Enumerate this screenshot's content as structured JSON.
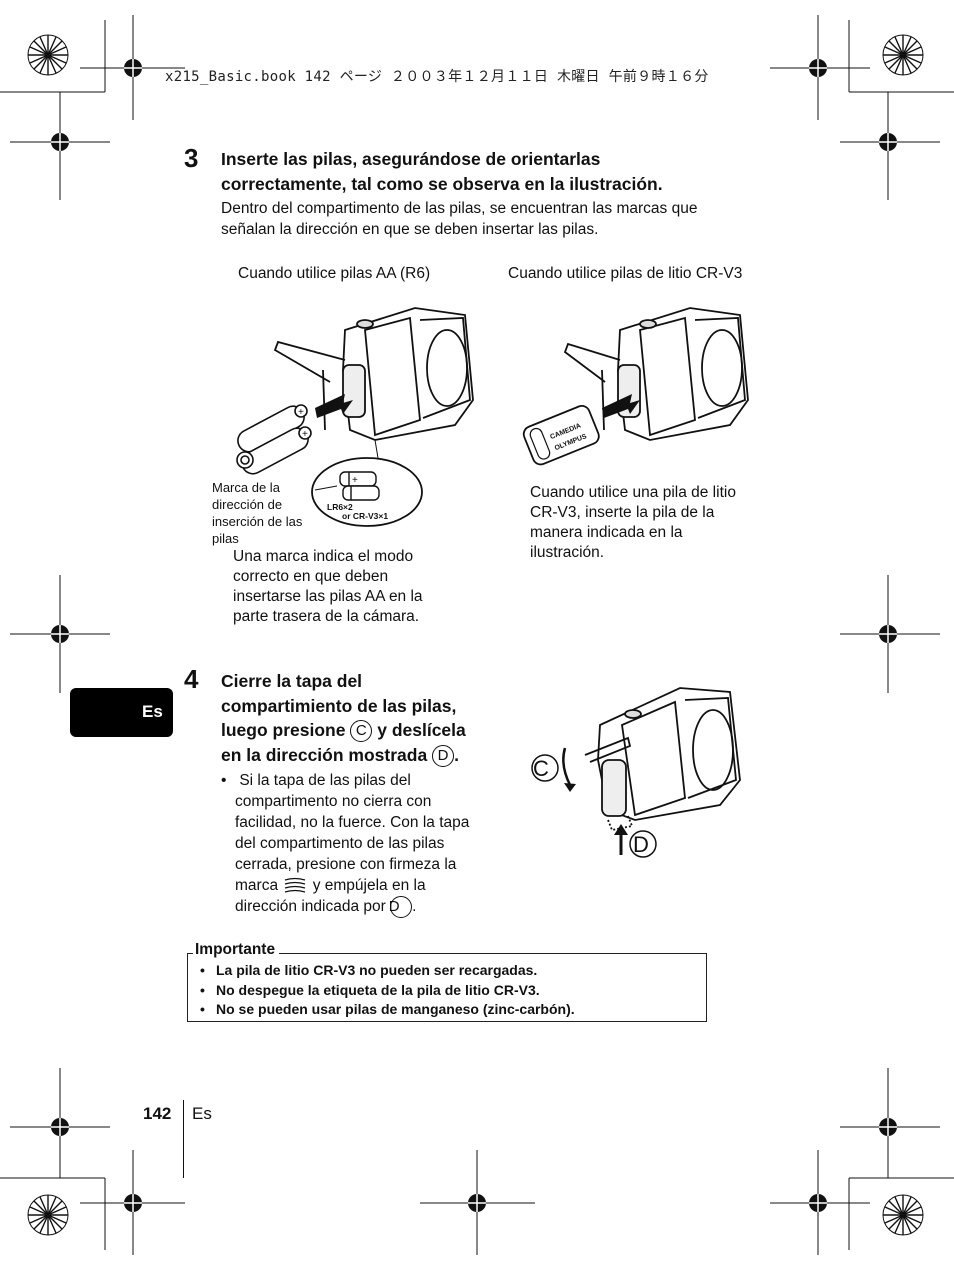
{
  "header": {
    "line": "x215_Basic.book  142 ページ  ２００３年１２月１１日  木曜日  午前９時１６分"
  },
  "step3": {
    "number": "3",
    "title_line1": "Inserte las pilas, asegurándose de orientarlas",
    "title_line2": "correctamente, tal como se observa en la ilustración.",
    "desc_line1": "Dentro del compartimento de las pilas, se encuentran las marcas que",
    "desc_line2": "señalan la dirección en que se deben insertar las pilas.",
    "caption_left": "Cuando utilice pilas AA (R6)",
    "caption_right": "Cuando utilice pilas de litio CR-V3",
    "mark_label_lines": [
      "Marca de la",
      "dirección de",
      "inserción de las",
      "pilas"
    ],
    "inset_text_1": "LR6×2",
    "inset_text_2": "or CR-V3×1",
    "battery_brand": "OLYMPUS",
    "battery_label": "CAMEDIA",
    "note_left_lines": [
      "Una marca indica el modo",
      "correcto en que deben",
      "insertarse las pilas AA en la",
      "parte trasera de la cámara."
    ],
    "note_right_lines": [
      "Cuando utilice una pila de litio",
      "CR-V3, inserte la pila de la",
      "manera indicada en la",
      "ilustración."
    ]
  },
  "step4": {
    "number": "4",
    "title_line1": "Cierre la tapa del",
    "title_line2": "compartimiento de las pilas,",
    "title_line3_a": "luego presione",
    "title_line3_b": "y deslícela",
    "title_line4": "en la dirección mostrada",
    "title_end": ".",
    "label_c": "C",
    "label_d": "D",
    "bullet_lines": [
      "Si la tapa de las pilas del",
      "compartimento no cierra con",
      "facilidad, no la fuerce. Con la tapa",
      "del compartimento de las pilas",
      "cerrada, presione con firmeza la"
    ],
    "bullet_marca_a": "marca",
    "bullet_marca_b": "y empújela en la",
    "bullet_last_a": "dirección indicada por",
    "bullet_last_b": "."
  },
  "side_tab": {
    "label": "Es"
  },
  "important": {
    "label": "Importante",
    "items": [
      "La pila de litio CR-V3 no pueden ser recargadas.",
      "No despegue la etiqueta de la pila de litio CR-V3.",
      "No se pueden usar pilas de manganeso (zinc-carbón)."
    ]
  },
  "footer": {
    "page_number": "142",
    "lang": "Es"
  }
}
